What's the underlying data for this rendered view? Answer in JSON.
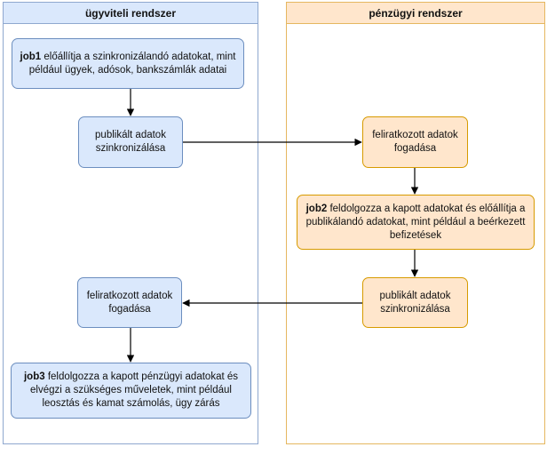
{
  "lanes": {
    "left_title": "ügyviteli rendszer",
    "right_title": "pénzügyi rendszer"
  },
  "nodes": {
    "job1": {
      "label": "job1",
      "text": " előállítja a szinkronizálandó adatokat, mint például ügyek, adósok, bankszámlák adatai"
    },
    "left_publish": {
      "text": "publikált adatok szinkronizálása"
    },
    "right_receive": {
      "text": "feliratkozott adatok fogadása"
    },
    "job2": {
      "label": "job2",
      "text": " feldolgozza a kapott adatokat és előállítja a publikálandó adatokat, mint például a beérkezett befizetések"
    },
    "right_publish": {
      "text": "publikált adatok szinkronizálása"
    },
    "left_receive": {
      "text": "feliratkozott adatok fogadása"
    },
    "job3": {
      "label": "job3",
      "text": " feldolgozza a kapott pénzügyi adatokat és elvégzi a szükséges műveletek, mint például leosztás és kamat számolás, ügy zárás"
    }
  },
  "colors": {
    "blue_fill": "#dae8fc",
    "blue_stroke": "#6c8ebf",
    "orange_fill": "#ffe6cc",
    "orange_stroke": "#d79b00"
  }
}
